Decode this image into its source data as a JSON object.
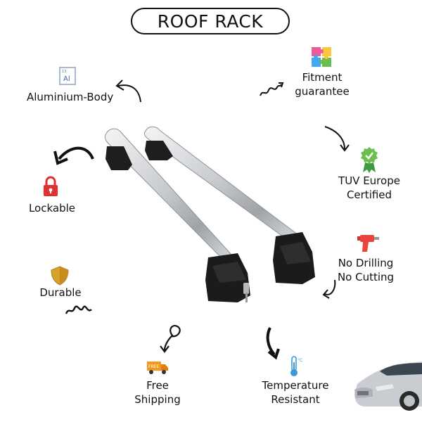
{
  "title": "ROOF RACK",
  "features": {
    "aluminium": {
      "label": "Aluminium-Body",
      "icon_text": "Al",
      "icon_number": "13"
    },
    "lockable": {
      "label": "Lockable"
    },
    "durable": {
      "label": "Durable"
    },
    "fitment": {
      "line1": "Fitment",
      "line2": "guarantee"
    },
    "tuv": {
      "line1": "TUV Europe",
      "line2": "Certified"
    },
    "drilling": {
      "line1": "No Drilling",
      "line2": "No Cutting"
    },
    "shipping": {
      "line1": "Free",
      "line2": "Shipping",
      "icon_text": "FREE"
    },
    "temperature": {
      "line1": "Temperature",
      "line2": "Resistant",
      "icon_text": "°C"
    }
  },
  "colors": {
    "lock_red": "#e03030",
    "shield_gold": "#d7a22a",
    "badge_green": "#4caf50",
    "drill_red": "#e8463a",
    "truck_orange": "#f39a1e",
    "thermo_blue": "#3a9ad9",
    "rack_silver": "#c9ccd0"
  },
  "icons": [
    "element-icon",
    "lock-icon",
    "shield-icon",
    "puzzle-icon",
    "certified-badge-icon",
    "drill-icon",
    "truck-icon",
    "thermometer-icon"
  ]
}
